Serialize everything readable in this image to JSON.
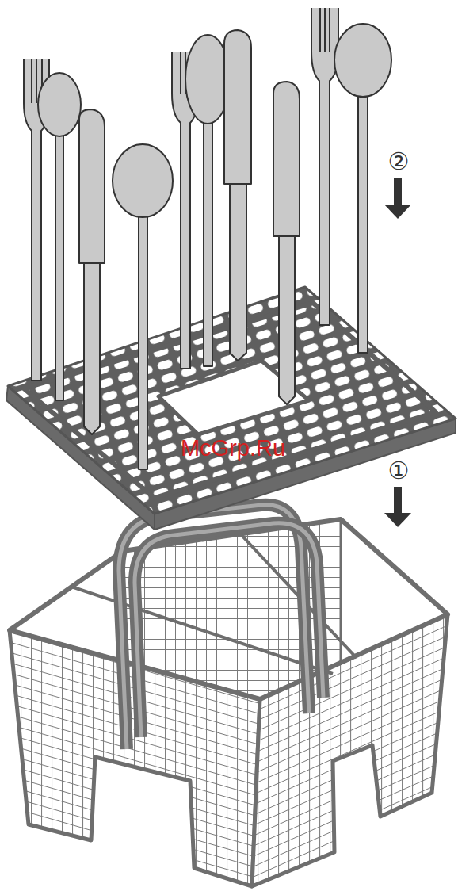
{
  "diagram": {
    "labels": [
      "②",
      "McGrp.Ru",
      "①"
    ]
  }
}
